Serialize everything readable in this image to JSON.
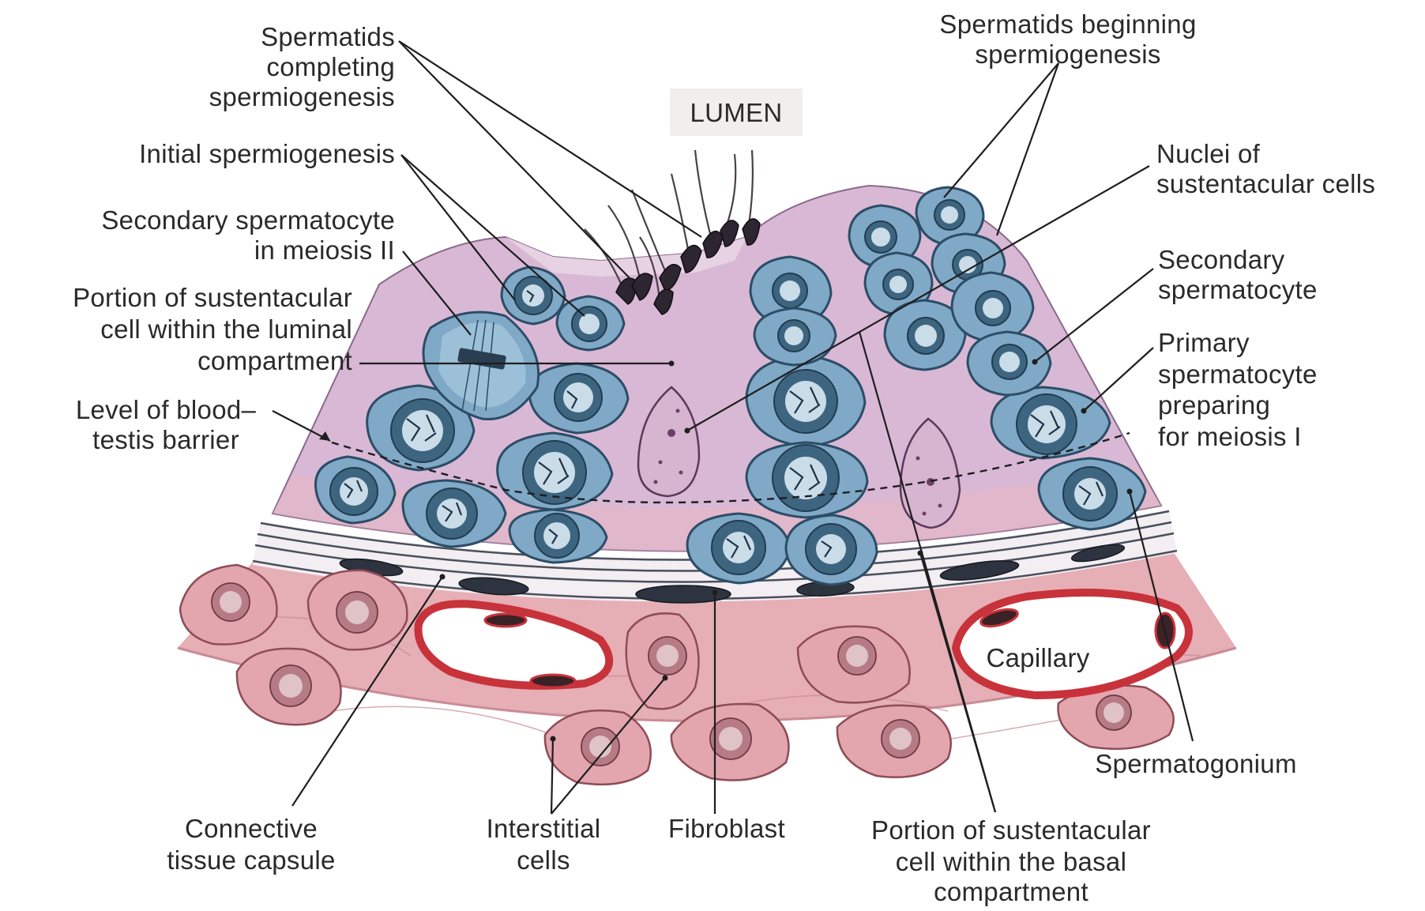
{
  "diagram": {
    "labels": {
      "spermatids_completing": [
        "Spermatids",
        "completing",
        "spermiogenesis"
      ],
      "spermatids_beginning": [
        "Spermatids beginning",
        "spermiogenesis"
      ],
      "lumen": "LUMEN",
      "initial_spermiogenesis": "Initial spermiogenesis",
      "nuclei_sustentacular": [
        "Nuclei of",
        "sustentacular cells"
      ],
      "secondary_spermatocyte_meiosis": [
        "Secondary spermatocyte",
        "in meiosis II"
      ],
      "secondary_spermatocyte": [
        "Secondary",
        "spermatocyte"
      ],
      "portion_luminal": [
        "Portion of sustentacular",
        "cell within the luminal",
        "compartment"
      ],
      "primary_spermatocyte": [
        "Primary",
        "spermatocyte",
        "preparing",
        "for meiosis I"
      ],
      "level_barrier": [
        "Level of blood–",
        "testis barrier"
      ],
      "capillary": "Capillary",
      "spermatogonium": "Spermatogonium",
      "connective_capsule": [
        "Connective",
        "tissue capsule"
      ],
      "interstitial_cells": [
        "Interstitial",
        "cells"
      ],
      "fibroblast": "Fibroblast",
      "portion_basal": [
        "Portion of sustentacular",
        "cell within the basal",
        "compartment"
      ]
    },
    "colors": {
      "germ_cell": "#7fa9c6",
      "sustentacular_cytoplasm": "#d9b8d6",
      "interstitial_tissue": "#e9b5bb",
      "capillary_wall": "#c8323a",
      "leader_line": "#1e1e1e"
    }
  }
}
